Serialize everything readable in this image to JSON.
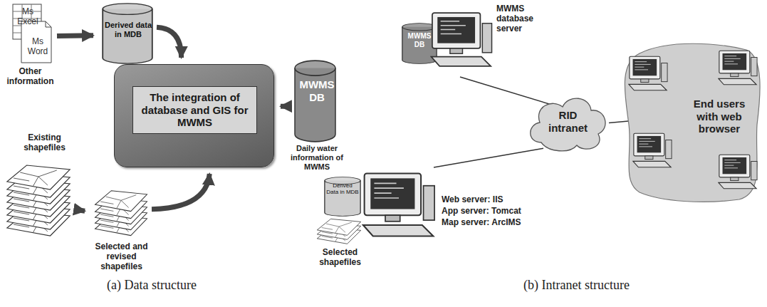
{
  "diagram": {
    "nodes": [
      {
        "text": [
          "Ms Excel",
          "Ms Word",
          "Other information"
        ]
      },
      {
        "text": [
          "Derived data in MDB"
        ]
      },
      {
        "text": [
          "The integration of database and GIS for MWMS"
        ]
      },
      {
        "text": [
          "MWMS DB",
          "Daily water information of MWMS"
        ]
      },
      {
        "text": [
          "Existing shapefiles"
        ]
      },
      {
        "text": [
          "Selected and revised shapefiles"
        ]
      },
      {
        "text": [
          "MWMS DB",
          "MWMS database server"
        ]
      },
      {
        "text": [
          "RID intranet"
        ]
      },
      {
        "text": [
          "End users with web browser"
        ]
      },
      {
        "text": [
          "Derived Data in MDB",
          "Web server: IIS",
          "App server: Tomcat",
          "Map server: ArcIMS",
          "Selected shapefiles"
        ]
      }
    ],
    "edges": [
      {
        "from": 0,
        "to": 1,
        "arrow": "to"
      },
      {
        "from": 1,
        "to": 2,
        "arrow": "to"
      },
      {
        "from": 3,
        "to": 2,
        "arrow": "to"
      },
      {
        "from": 4,
        "to": 5,
        "arrow": "to"
      },
      {
        "from": 5,
        "to": 2,
        "arrow": "to"
      },
      {
        "from": 6,
        "to": 7,
        "arrow": "none"
      },
      {
        "from": 9,
        "to": 7,
        "arrow": "none"
      },
      {
        "from": 7,
        "to": 8,
        "arrow": "none"
      }
    ],
    "labels": [
      "(a) Data structure",
      "(b) Intranet structure"
    ]
  }
}
